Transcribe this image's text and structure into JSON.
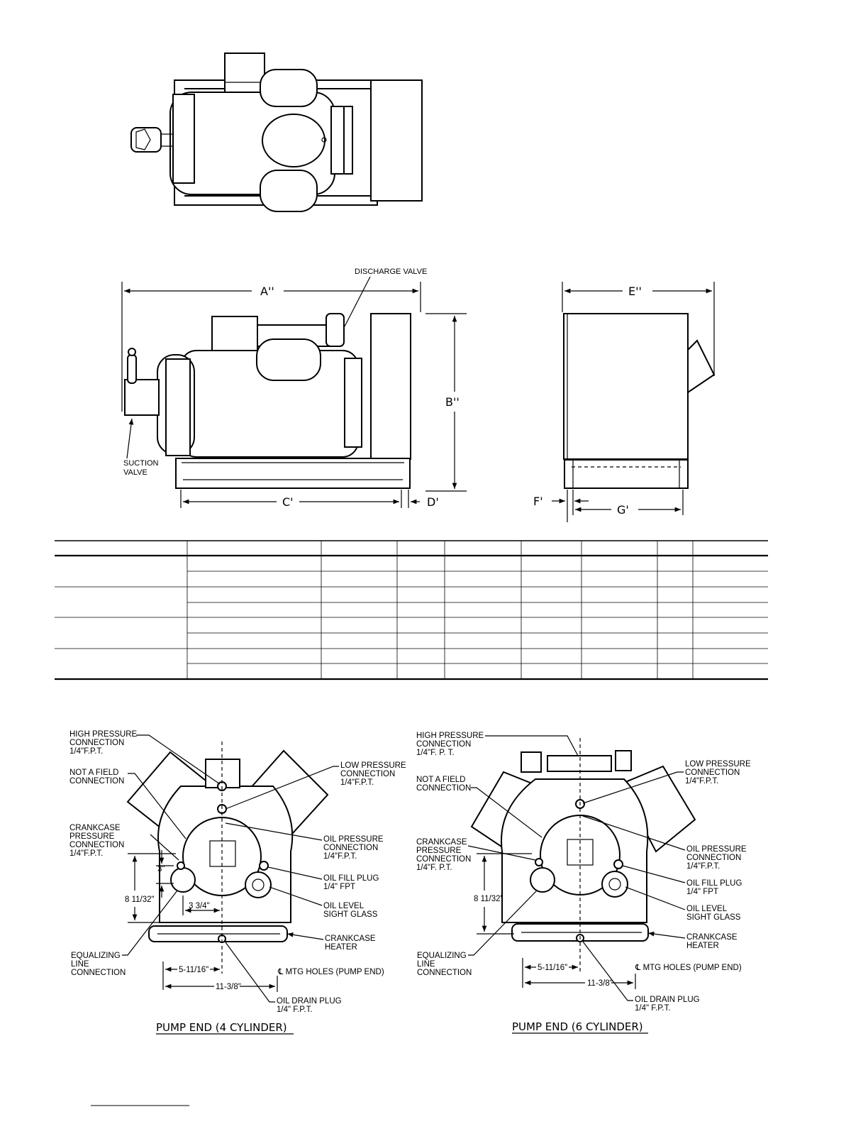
{
  "side_view": {
    "discharge_valve": "DISCHARGE VALVE",
    "suction_valve_1": "SUCTION",
    "suction_valve_2": "VALVE",
    "dim_a": "A''",
    "dim_b": "B''",
    "dim_c": "C'",
    "dim_d": "D'",
    "dim_e": "E''",
    "dim_f": "F'",
    "dim_g": "G'"
  },
  "table": {
    "rows": 8,
    "columns": 9
  },
  "pump4": {
    "title": "PUMP END (4 CYLINDER)",
    "hp": [
      "HIGH PRESSURE",
      "CONNECTION",
      "1/4\"F.P.T."
    ],
    "nf": [
      "NOT A FIELD",
      "CONNECTION"
    ],
    "cc": [
      "CRANKCASE",
      "PRESSURE",
      "CONNECTION",
      "1/4\"F.P.T."
    ],
    "lp": [
      "LOW PRESSURE",
      "CONNECTION",
      "1/4\"F.P.T."
    ],
    "op": [
      "OIL PRESSURE",
      "CONNECTION",
      "1/4\"F.P.T."
    ],
    "of": [
      "OIL FILL PLUG",
      "1/4\" FPT"
    ],
    "ol": [
      "OIL LEVEL",
      "SIGHT GLASS"
    ],
    "ch": [
      "CRANKCASE",
      "HEATER"
    ],
    "eq": [
      "EQUALIZING",
      "LINE",
      "CONNECTION"
    ],
    "mtg": "℄ MTG HOLES (PUMP END)",
    "od": [
      "OIL DRAIN PLUG",
      "1/4\" F.P.T."
    ],
    "d3": "3\"",
    "d334": "3 3/4\"",
    "d8": "8 11/32\"",
    "d511": "5-11/16\"",
    "d1138": "11-3/8\""
  },
  "pump6": {
    "title": "PUMP END (6 CYLINDER)",
    "hp": [
      "HIGH PRESSURE",
      "CONNECTION",
      "1/4\"F. P. T."
    ],
    "nf": [
      "NOT A FIELD",
      "CONNECTION"
    ],
    "cc": [
      "CRANKCASE",
      "PRESSURE",
      "CONNECTION",
      "1/4\"F. P.T."
    ],
    "lp": [
      "LOW PRESSURE",
      "CONNECTION",
      "1/4\"F.P.T."
    ],
    "op": [
      "OIL PRESSURE",
      "CONNECTION",
      "1/4\"F.P.T."
    ],
    "of": [
      "OIL FILL PLUG",
      "1/4\" FPT"
    ],
    "ol": [
      "OIL LEVEL",
      "SIGHT GLASS"
    ],
    "ch": [
      "CRANKCASE",
      "HEATER"
    ],
    "eq": [
      "EQUALIZING",
      "LINE",
      "CONNECTION"
    ],
    "mtg": "℄ MTG HOLES (PUMP END)",
    "od": [
      "OIL DRAIN PLUG",
      "1/4\" F.P.T."
    ],
    "d8": "8 11/32\"",
    "d511": "5-11/16\"",
    "d1138": "11-3/8\""
  }
}
